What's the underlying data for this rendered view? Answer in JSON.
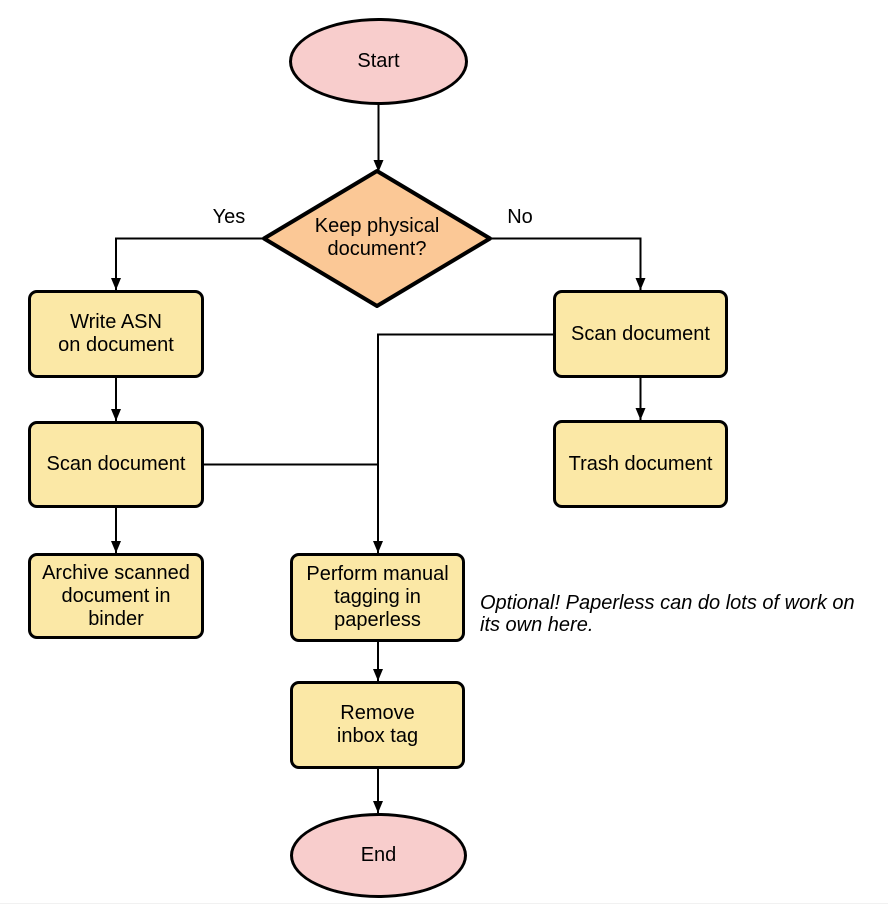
{
  "diagram": {
    "type": "flowchart",
    "nodes": {
      "start": {
        "shape": "ellipse",
        "label": "Start",
        "lines": [
          "Start"
        ]
      },
      "decision_keep_physical": {
        "shape": "diamond",
        "label": "Keep physical document?",
        "lines": [
          "Keep physical",
          "document?"
        ]
      },
      "write_asn": {
        "shape": "rect",
        "label": "Write ASN on document",
        "lines": [
          "Write ASN",
          "on document"
        ]
      },
      "scan_document_left": {
        "shape": "rect",
        "label": "Scan document",
        "lines": [
          "Scan document"
        ]
      },
      "archive_scanned": {
        "shape": "rect",
        "label": "Archive scanned document in binder",
        "lines": [
          "Archive scanned",
          "document in",
          "binder"
        ]
      },
      "scan_document_right": {
        "shape": "rect",
        "label": "Scan document",
        "lines": [
          "Scan document"
        ]
      },
      "trash_document": {
        "shape": "rect",
        "label": "Trash document",
        "lines": [
          "Trash document"
        ]
      },
      "perform_tagging": {
        "shape": "rect",
        "label": "Perform manual tagging in paperless",
        "lines": [
          "Perform manual",
          "tagging in",
          "paperless"
        ]
      },
      "remove_inbox_tag": {
        "shape": "rect",
        "label": "Remove inbox tag",
        "lines": [
          "Remove",
          "inbox tag"
        ]
      },
      "end": {
        "shape": "ellipse",
        "label": "End",
        "lines": [
          "End"
        ]
      }
    },
    "edge_labels": {
      "yes": "Yes",
      "no": "No"
    },
    "note": {
      "label": "Optional! Paperless can do lots of work on its own here.",
      "lines": [
        "Optional! Paperless can do lots of work on",
        "its own here."
      ]
    },
    "edges": [
      {
        "from": "start",
        "to": "decision_keep_physical"
      },
      {
        "from": "decision_keep_physical",
        "to": "write_asn",
        "label": "Yes"
      },
      {
        "from": "decision_keep_physical",
        "to": "scan_document_right",
        "label": "No"
      },
      {
        "from": "write_asn",
        "to": "scan_document_left"
      },
      {
        "from": "scan_document_left",
        "to": "archive_scanned"
      },
      {
        "from": "scan_document_left",
        "to": "perform_tagging"
      },
      {
        "from": "scan_document_right",
        "to": "trash_document"
      },
      {
        "from": "scan_document_right",
        "to": "perform_tagging"
      },
      {
        "from": "perform_tagging",
        "to": "remove_inbox_tag"
      },
      {
        "from": "remove_inbox_tag",
        "to": "end"
      }
    ],
    "colors": {
      "terminal_fill": "#f8cdcc",
      "decision_fill": "#fbc896",
      "process_fill": "#fbe8a6",
      "stroke": "#000000",
      "background": "#ffffff"
    }
  }
}
